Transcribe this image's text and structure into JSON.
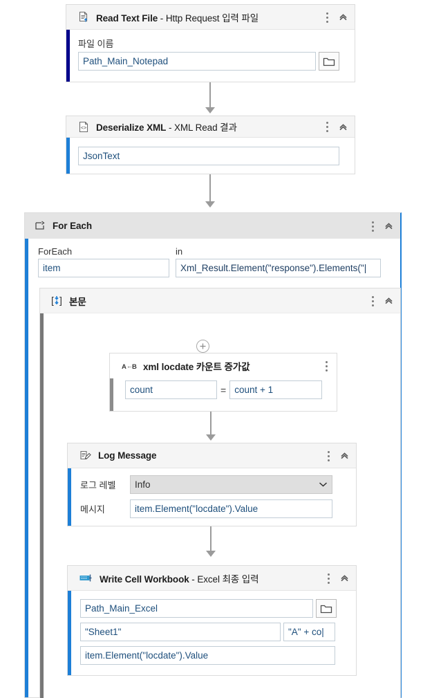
{
  "workflow": {
    "nodes": [
      {
        "id": "read-text-file",
        "title_main": "Read Text File",
        "title_sep": " - ",
        "title_sub": "Http Request 입력 파일",
        "icon": "read-text-file-icon",
        "accent": "#00008B",
        "fields": [
          {
            "label": "파일 이름",
            "value": "Path_Main_Notepad",
            "browse": true
          }
        ]
      },
      {
        "id": "deserialize-xml",
        "title_main": "Deserialize XML",
        "title_sep": " - ",
        "title_sub": "XML Read 결과",
        "icon": "deserialize-xml-icon",
        "accent": "#1d7fd7",
        "fields": [
          {
            "label": "",
            "value": "JsonText",
            "browse": false
          }
        ]
      }
    ],
    "for_each": {
      "title": "For Each",
      "icon": "for-each-icon",
      "accent": "#1d7fd7",
      "variable_label": "ForEach",
      "variable_value": "item",
      "in_label": "in",
      "in_value": "Xml_Result.Element(\"response\").Elements(\"|",
      "body": {
        "title": "본문",
        "icon": "sequence-icon",
        "accent": "#787878",
        "add_button": "+",
        "children": [
          {
            "id": "assign-count",
            "title_main": "xml locdate 카운트 증가값",
            "icon": "assign-icon",
            "icon_text": "A←B",
            "accent": "#8c8c8c",
            "assign_to": "count",
            "assign_operator": "=",
            "assign_value": "count + 1"
          },
          {
            "id": "log-message",
            "title_main": "Log Message",
            "icon": "log-message-icon",
            "accent": "#1d7fd7",
            "fields": [
              {
                "label": "로그 레벨",
                "value": "Info",
                "type": "dropdown"
              },
              {
                "label": "메시지",
                "value": "item.Element(\"locdate\").Value",
                "type": "text"
              }
            ]
          },
          {
            "id": "write-cell-workbook",
            "title_main": "Write Cell Workbook",
            "title_sep": " - ",
            "title_sub": "Excel 최종 입력",
            "icon": "write-cell-workbook-icon",
            "accent": "#1d7fd7",
            "fields": [
              {
                "value": "Path_Main_Excel",
                "browse": true
              },
              {
                "value": "\"Sheet1\"",
                "value2": "\"A\" + co|"
              },
              {
                "value": "item.Element(\"locdate\").Value"
              }
            ]
          }
        ]
      }
    }
  }
}
